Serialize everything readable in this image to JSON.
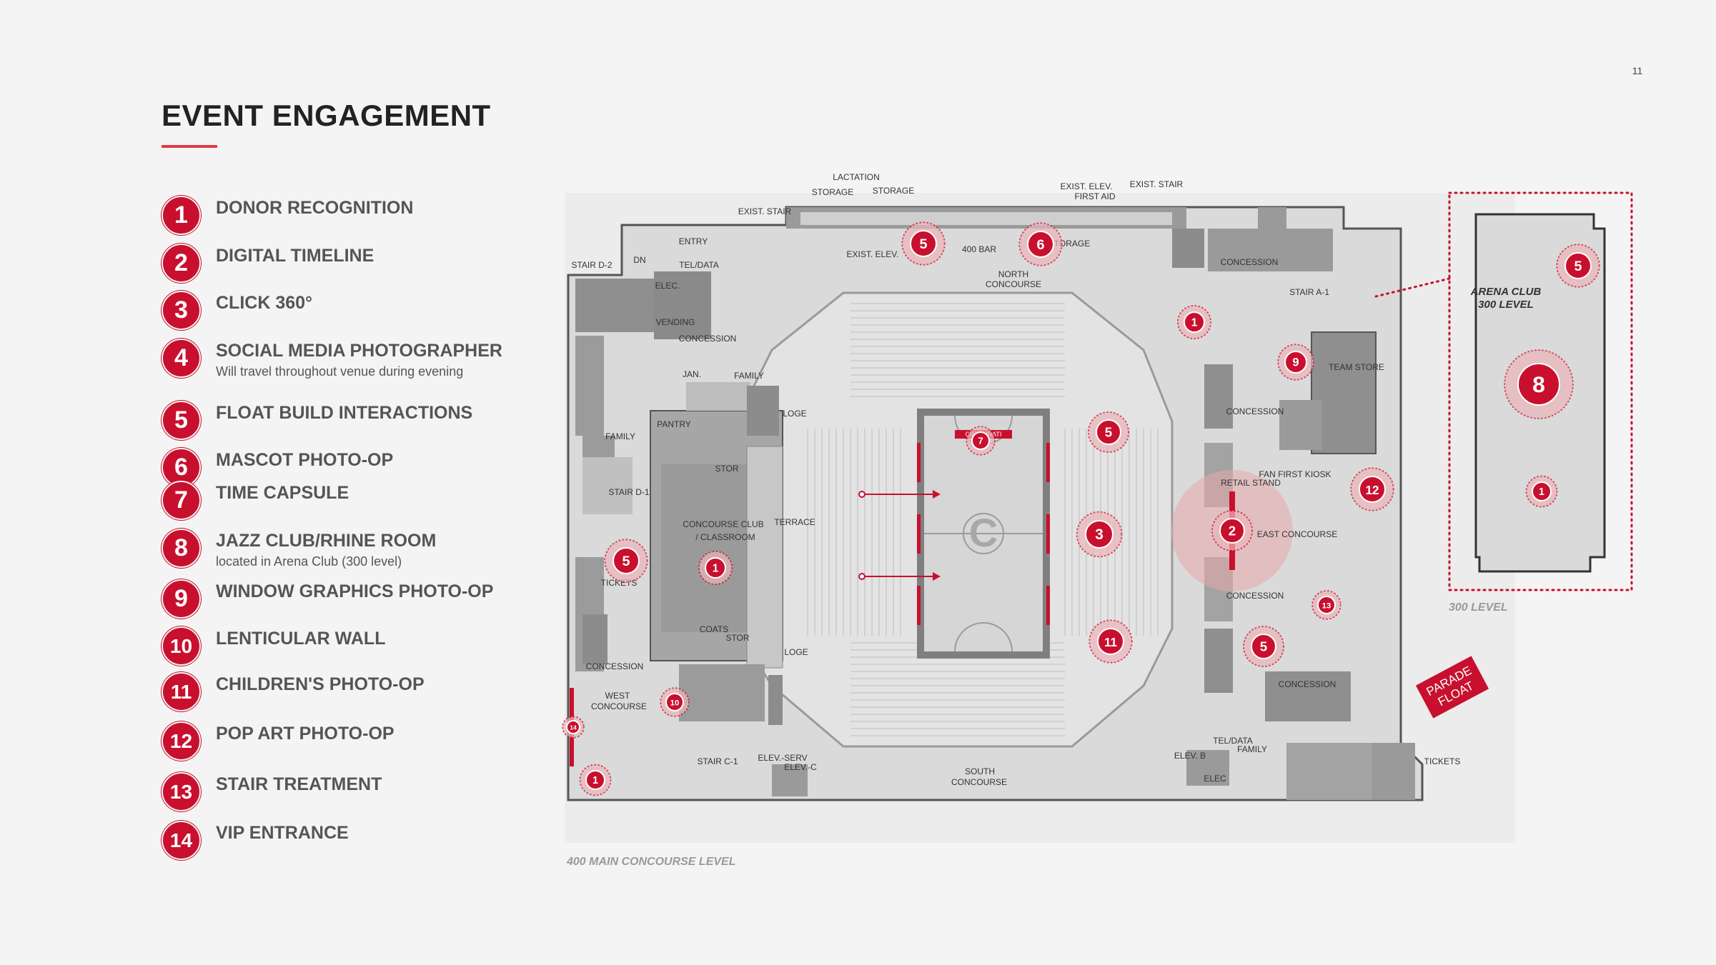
{
  "page": {
    "number": "11",
    "title": "EVENT ENGAGEMENT"
  },
  "legend": [
    {
      "num": "1",
      "label": "DONOR RECOGNITION",
      "sub": ""
    },
    {
      "num": "2",
      "label": "DIGITAL TIMELINE",
      "sub": ""
    },
    {
      "num": "3",
      "label": "CLICK 360°",
      "sub": ""
    },
    {
      "num": "4",
      "label": "SOCIAL MEDIA PHOTOGRAPHER",
      "sub": "Will travel throughout venue during evening"
    },
    {
      "num": "5",
      "label": "FLOAT BUILD INTERACTIONS",
      "sub": ""
    },
    {
      "num": "6",
      "label": "MASCOT PHOTO-OP",
      "sub": ""
    },
    {
      "num": "7",
      "label": "TIME CAPSULE",
      "sub": ""
    },
    {
      "num": "8",
      "label": "JAZZ CLUB/RHINE ROOM",
      "sub": "located in Arena Club (300 level)"
    },
    {
      "num": "9",
      "label": "WINDOW GRAPHICS PHOTO-OP",
      "sub": ""
    },
    {
      "num": "10",
      "label": "LENTICULAR WALL",
      "sub": ""
    },
    {
      "num": "11",
      "label": "CHILDREN'S PHOTO-OP",
      "sub": ""
    },
    {
      "num": "12",
      "label": "POP ART PHOTO-OP",
      "sub": ""
    },
    {
      "num": "13",
      "label": "STAIR TREATMENT",
      "sub": ""
    },
    {
      "num": "14",
      "label": "VIP ENTRANCE",
      "sub": ""
    }
  ],
  "map": {
    "main_level_caption": "400 MAIN CONCOURSE LEVEL",
    "inset_level_caption": "300 LEVEL",
    "inset_title_line1": "ARENA CLUB",
    "inset_title_line2": "300 LEVEL",
    "parade_float_line1": "PARADE",
    "parade_float_line2": "FLOAT",
    "court_banner": "CINCINNATI",
    "room_labels": {
      "lactation": "LACTATION",
      "storage_a": "STORAGE",
      "storage_b": "STORAGE",
      "exist_elev_top": "EXIST. ELEV.",
      "exist_stair_top": "EXIST. STAIR",
      "first_aid": "FIRST AID",
      "exist_stair_left": "EXIST. STAIR",
      "entry": "ENTRY",
      "stair_d2": "STAIR D-2",
      "tel_data": "TEL/DATA",
      "dn": "DN",
      "elec": "ELEC.",
      "vending": "VENDING",
      "concession_nw": "CONCESSION",
      "exist_elev": "EXIST. ELEV.",
      "bar_400": "400 BAR",
      "north_concourse_1": "NORTH",
      "north_concourse_2": "CONCOURSE",
      "storage_c": "STORAGE",
      "concession_ne": "CONCESSION",
      "stair_a1": "STAIR A-1",
      "team_store": "TEAM STORE",
      "jan": "JAN.",
      "family_top": "FAMILY",
      "pantry": "PANTRY",
      "loge_top": "LOGE",
      "family_left": "FAMILY",
      "stor_top": "STOR",
      "concourse_club_1": "CONCOURSE CLUB",
      "concourse_club_2": "/ CLASSROOM",
      "stair_d1": "STAIR D-1",
      "terrace": "TERRACE",
      "concession_e1": "CONCESSION",
      "fan_first": "FAN FIRST KIOSK",
      "retail_stand": "RETAIL STAND",
      "east_concourse": "EAST CONCOURSE",
      "tickets_left": "TICKETS",
      "concession_e2": "CONCESSION",
      "coats": "COATS",
      "stor_bottom": "STOR",
      "loge_bottom": "LOGE",
      "concession_w": "CONCESSION",
      "concession_se": "CONCESSION",
      "west_concourse_1": "WEST",
      "west_concourse_2": "CONCOURSE",
      "stair_c1": "STAIR C-1",
      "elev_serv": "ELEV.-SERV",
      "elev_c": "ELEV.-C",
      "south_concourse_1": "SOUTH",
      "south_concourse_2": "CONCOURSE",
      "elev_b": "ELEV. B",
      "elec_b": "ELEC",
      "tel_data_se": "TEL/DATA",
      "family_se": "FAMILY",
      "tickets_right": "TICKETS"
    }
  },
  "colors": {
    "accent": "#c8102e",
    "rule": "#e03c46",
    "text": "#555555"
  }
}
